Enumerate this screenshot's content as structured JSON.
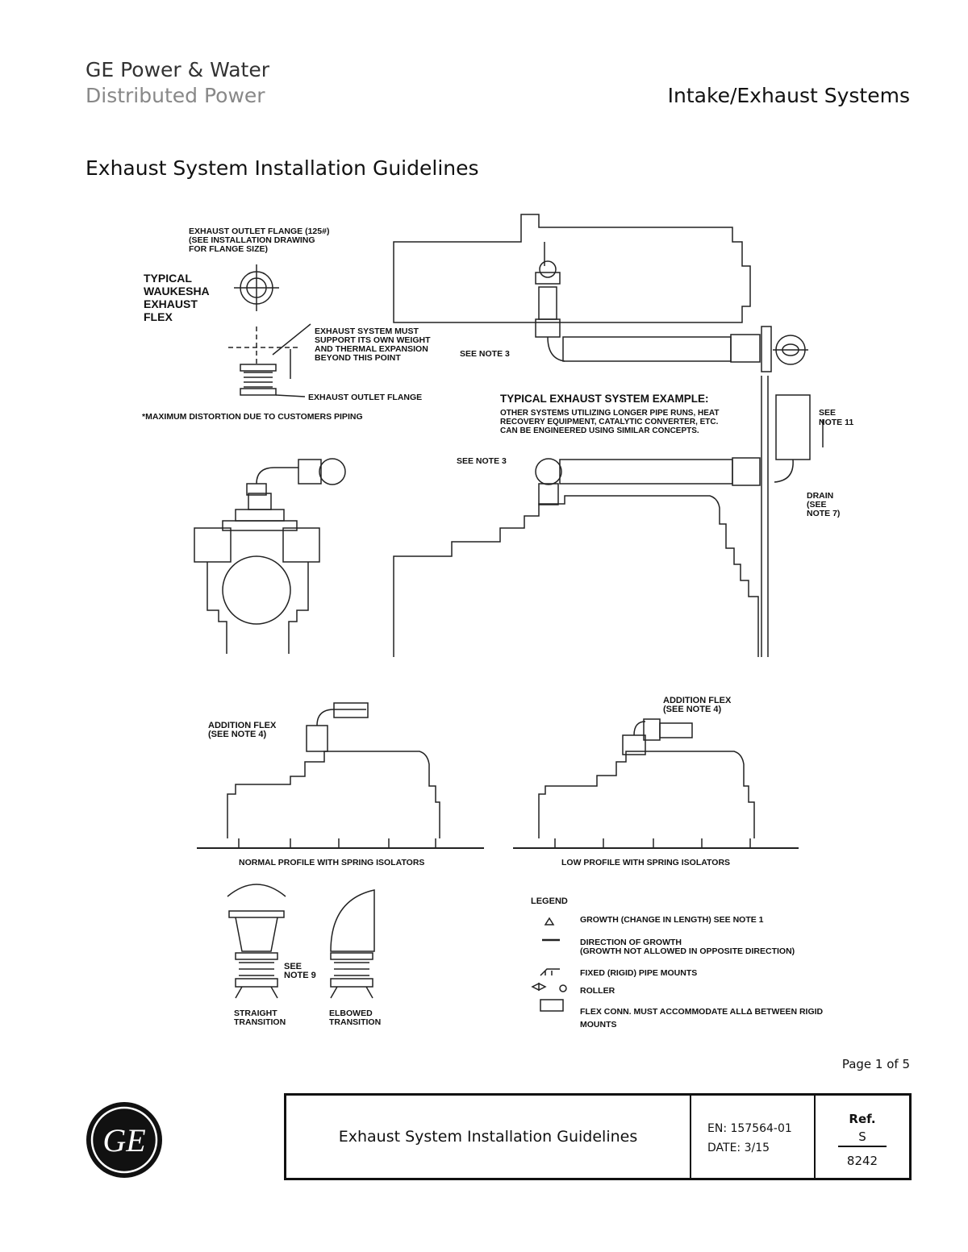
{
  "header": {
    "company": "GE Power & Water",
    "division": "Distributed Power",
    "section": "Intake/Exhaust Systems"
  },
  "page_title": "Exhaust System Installation Guidelines",
  "drawing": {
    "flange_label": [
      "EXHAUST OUTLET FLANGE (125#)",
      "(SEE INSTALLATION DRAWING",
      "FOR FLANGE SIZE)"
    ],
    "typical_flex": [
      "TYPICAL",
      "WAUKESHA",
      "EXHAUST",
      "FLEX"
    ],
    "support_note": [
      "EXHAUST SYSTEM MUST",
      "SUPPORT ITS OWN WEIGHT",
      "AND THERMAL EXPANSION",
      "BEYOND THIS POINT"
    ],
    "outlet_flange": "EXHAUST OUTLET FLANGE",
    "max_distortion": "*MAXIMUM DISTORTION DUE TO CUSTOMERS PIPING",
    "see_note_3_top": "SEE NOTE 3",
    "see_note_3_mid": "SEE NOTE 3",
    "example_title": "TYPICAL EXHAUST SYSTEM EXAMPLE:",
    "example_text": [
      "OTHER SYSTEMS UTILIZING LONGER PIPE RUNS, HEAT",
      "RECOVERY EQUIPMENT, CATALYTIC CONVERTER, ETC.",
      "CAN BE ENGINEERED USING SIMILAR CONCEPTS."
    ],
    "see_note_11": [
      "SEE",
      "NOTE 11"
    ],
    "drain": [
      "DRAIN",
      "(SEE",
      "NOTE 7)"
    ],
    "addition_flex_left": [
      "ADDITION FLEX",
      "(SEE NOTE 4)"
    ],
    "addition_flex_right": [
      "ADDITION FLEX",
      "(SEE NOTE 4)"
    ],
    "normal_profile": "NORMAL PROFILE WITH SPRING ISOLATORS",
    "low_profile": "LOW PROFILE WITH SPRING ISOLATORS",
    "see_note_9": [
      "SEE",
      "NOTE 9"
    ],
    "straight_transition": [
      "STRAIGHT",
      "TRANSITION"
    ],
    "elbowed_transition": [
      "ELBOWED",
      "TRANSITION"
    ],
    "legend_title": "LEGEND",
    "legend": [
      [
        "GROWTH (CHANGE IN LENGTH) SEE NOTE 1"
      ],
      [
        "DIRECTION OF GROWTH",
        "(GROWTH NOT ALLOWED IN OPPOSITE DIRECTION)"
      ],
      [
        "FIXED (RIGID) PIPE MOUNTS"
      ],
      [
        "ROLLER"
      ],
      [
        "FLEX CONN. MUST ACCOMMODATE ALLΔ BETWEEN RIGID",
        "MOUNTS"
      ]
    ]
  },
  "footer": {
    "page": "Page 1 of 5",
    "logo_text": "GE",
    "title": "Exhaust System Installation Guidelines",
    "en": "EN:  157564-01",
    "date": "DATE:  3/15",
    "ref_label": "Ref.",
    "ref_top": "S",
    "ref_bottom": "8242"
  }
}
